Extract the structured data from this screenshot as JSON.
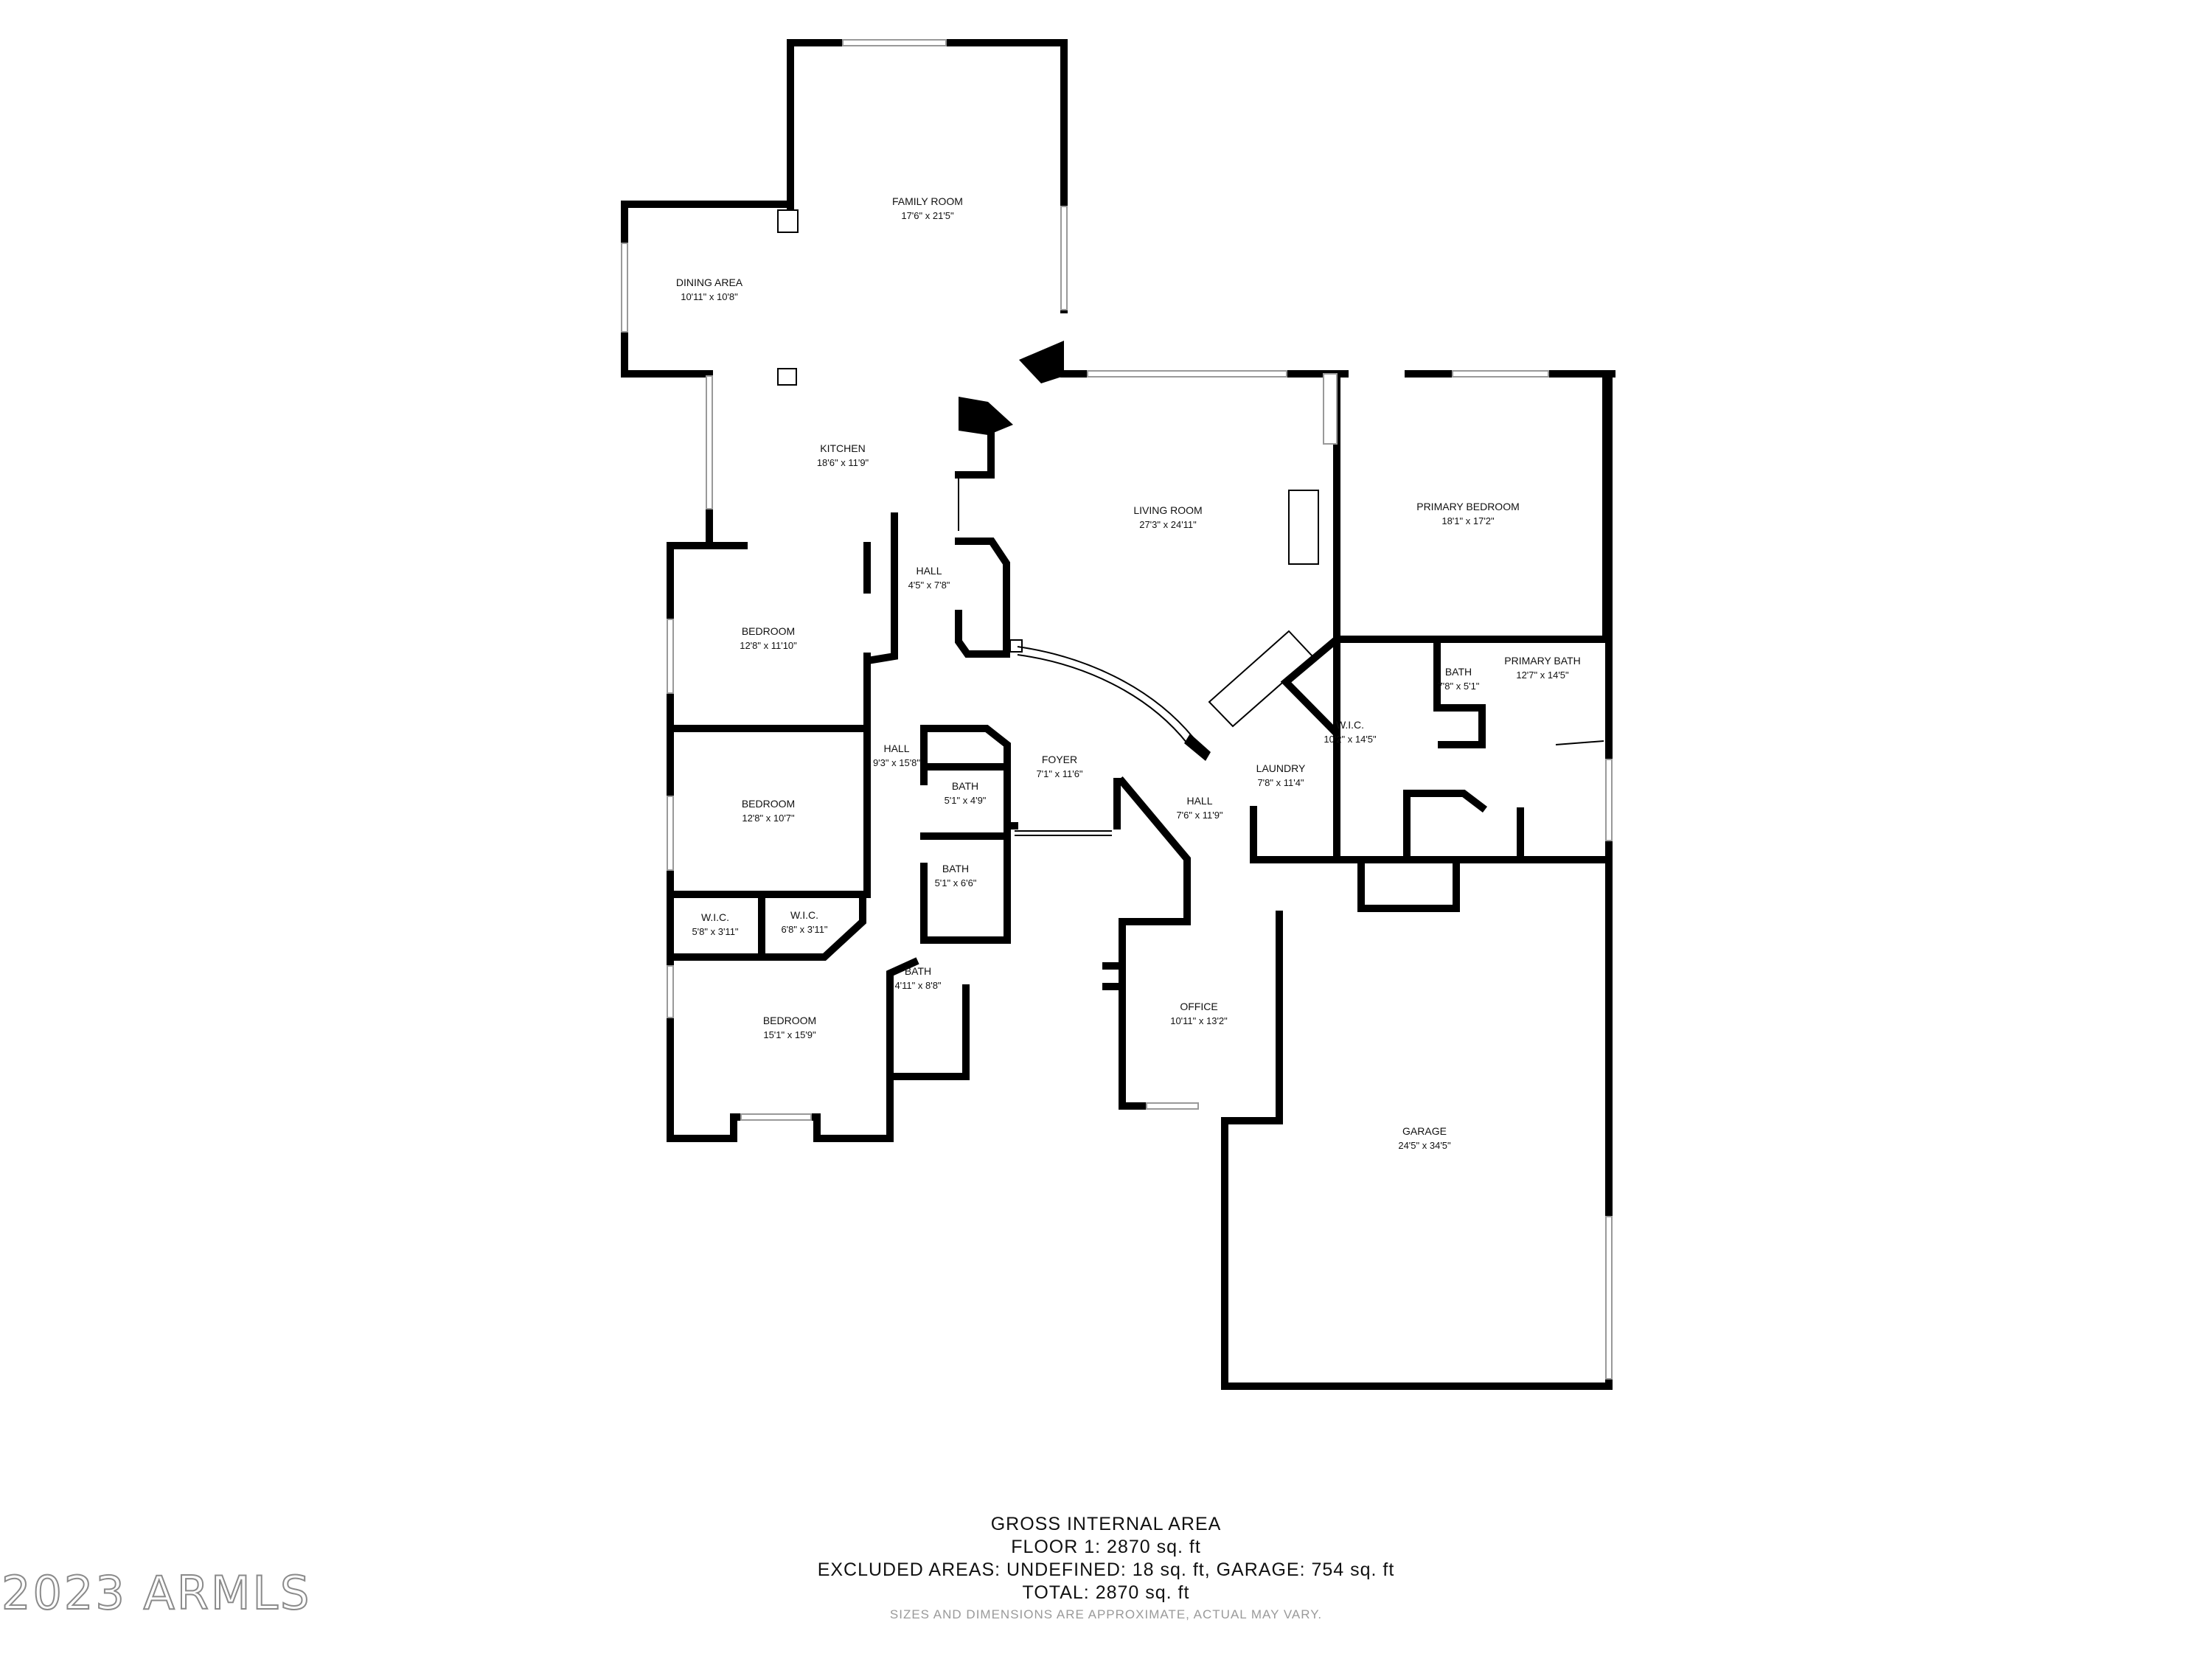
{
  "rooms": {
    "family_room": {
      "name": "FAMILY ROOM",
      "dim": "17'6\" x 21'5\""
    },
    "dining_area": {
      "name": "DINING AREA",
      "dim": "10'11\" x 10'8\""
    },
    "kitchen": {
      "name": "KITCHEN",
      "dim": "18'6\" x 11'9\""
    },
    "living_room": {
      "name": "LIVING ROOM",
      "dim": "27'3\" x 24'11\""
    },
    "primary_bedroom": {
      "name": "PRIMARY BEDROOM",
      "dim": "18'1\" x 17'2\""
    },
    "hall_1": {
      "name": "HALL",
      "dim": "4'5\" x 7'8\""
    },
    "bedroom_1": {
      "name": "BEDROOM",
      "dim": "12'8\" x 11'10\""
    },
    "bath_primary_small": {
      "name": "BATH",
      "dim": "7'8\" x 5'1\""
    },
    "primary_bath": {
      "name": "PRIMARY BATH",
      "dim": "12'7\" x 14'5\""
    },
    "wic_primary": {
      "name": "W.I.C.",
      "dim": "10'2\" x 14'5\""
    },
    "hall_2": {
      "name": "HALL",
      "dim": "9'3\" x 15'8\""
    },
    "foyer": {
      "name": "FOYER",
      "dim": "7'1\" x 11'6\""
    },
    "bath_1": {
      "name": "BATH",
      "dim": "5'1\" x 4'9\""
    },
    "laundry": {
      "name": "LAUNDRY",
      "dim": "7'8\" x 11'4\""
    },
    "hall_3": {
      "name": "HALL",
      "dim": "7'6\" x 11'9\""
    },
    "bedroom_2": {
      "name": "BEDROOM",
      "dim": "12'8\" x 10'7\""
    },
    "bath_2": {
      "name": "BATH",
      "dim": "5'1\" x 6'6\""
    },
    "wic_1": {
      "name": "W.I.C.",
      "dim": "5'8\" x 3'11\""
    },
    "wic_2": {
      "name": "W.I.C.",
      "dim": "6'8\" x 3'11\""
    },
    "bath_3": {
      "name": "BATH",
      "dim": "4'11\" x 8'8\""
    },
    "office": {
      "name": "OFFICE",
      "dim": "10'11\" x 13'2\""
    },
    "bedroom_3": {
      "name": "BEDROOM",
      "dim": "15'1\" x 15'9\""
    },
    "garage": {
      "name": "GARAGE",
      "dim": "24'5\" x 34'5\""
    }
  },
  "summary": {
    "title": "GROSS INTERNAL AREA",
    "floor": "FLOOR 1: 2870 sq. ft",
    "excluded": "EXCLUDED AREAS: UNDEFINED: 18 sq. ft, GARAGE: 754 sq. ft",
    "total": "TOTAL: 2870 sq. ft",
    "note": "SIZES AND DIMENSIONS ARE APPROXIMATE, ACTUAL MAY VARY."
  },
  "watermark": "2023 ARMLS"
}
